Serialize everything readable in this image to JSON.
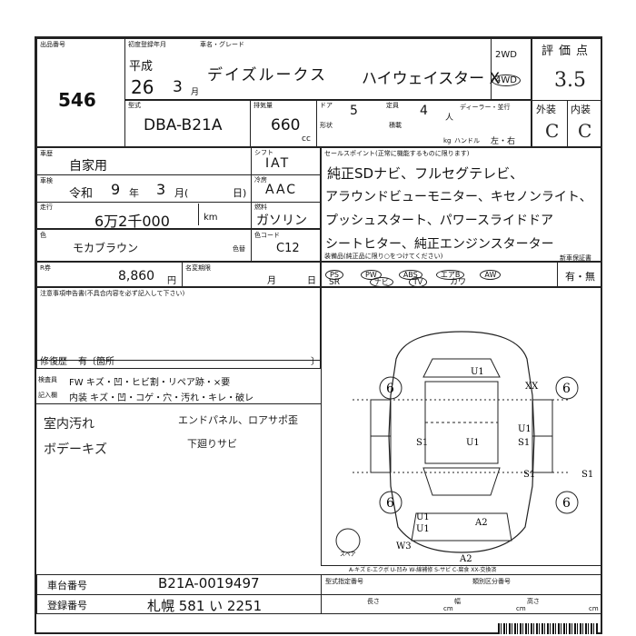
{
  "header": {
    "lot_label": "出品番号",
    "lot_number": "546",
    "first_reg_label": "初度登録年月",
    "era": "平成",
    "year": "26",
    "month": "3",
    "month_unit": "月",
    "name_grade_label": "車名・グレード",
    "car_name": "デイズルークス",
    "grade": "ハイウェイスター X",
    "drive_2wd": "2WD",
    "drive_4wd": "4WD",
    "score_label": "評価点",
    "score": "3.5",
    "ext_label": "外装",
    "int_label": "内装",
    "ext_grade": "C",
    "int_grade": "C"
  },
  "spec": {
    "model_label": "型式",
    "model": "DBA-B21A",
    "displacement_label": "排気量",
    "displacement": "660",
    "cc": "cc",
    "door_label": "ドア",
    "doors": "5",
    "capacity_label": "定員",
    "capacity": "4",
    "person_unit": "人",
    "shape_label": "形状",
    "load_label": "積載",
    "kg": "kg",
    "dealer_label": "ディーラー・並行",
    "handle_label": "ハンドル",
    "handle_options": "左・右"
  },
  "usage": {
    "history_label": "車歴",
    "history": "自家用",
    "inspection_label": "車検",
    "inspection_era": "令和",
    "inspection_year": "9",
    "year_unit": "年",
    "inspection_month": "3",
    "month_unit": "月(",
    "day_unit": "日)",
    "mileage_label": "走行",
    "mileage": "6万2千000",
    "km": "km",
    "shift_label": "シフト",
    "shift": "IAT",
    "ac_label": "冷房",
    "ac": "AAC",
    "fuel_label": "燃料",
    "fuel": "ガソリン",
    "color_label": "色",
    "color": "モカブラウン",
    "color_no_label": "色替",
    "color_code_label": "色コード",
    "color_code": "C12"
  },
  "sales_points": {
    "label": "セールスポイント(正常に機能するものに限ります)",
    "lines": [
      "純正SDナビ、フルセグテレビ、",
      "アラウンドビューモニター、キセノンライト、",
      "プッシュスタート、パワースライドドア",
      "シートヒター、純正エンジンスターター"
    ]
  },
  "recycle": {
    "label": "R券",
    "amount": "8,860",
    "yen": "円",
    "expire_label": "名変期限",
    "month": "月",
    "day": "日"
  },
  "equipment": {
    "label": "装備品(純正品に限り○をつけてください)",
    "items_row1": [
      "PS",
      "PW",
      "ABS",
      "エアB",
      "AW"
    ],
    "items_row2": [
      "SR",
      "ナビ",
      "TV",
      "カワ"
    ],
    "new_warranty_label": "新車保証書",
    "new_warranty": "有・無"
  },
  "notes": {
    "notice_label": "注意事項申告書(不具合内容を必ず記入して下さい)",
    "repair_label": "修復歴",
    "repair": "有〔箇所",
    "bracket_close": "〕",
    "inspector_label": "検査員",
    "inspector_rows": [
      "FW キズ・凹・ヒビ割・リペア跡・×要",
      "内装 キズ・凹・コゲ・穴・汚れ・キレ・破レ"
    ],
    "record_label": "記入欄",
    "handwritten_left": [
      "室内汚れ",
      "ボデーキズ"
    ],
    "handwritten_right": [
      "エンドパネル、ロアサポ歪",
      "下廻りサビ"
    ]
  },
  "diagram": {
    "labels_top": [
      "U1",
      "XX"
    ],
    "labels_mid": [
      "S1",
      "U1",
      "S1",
      "U1"
    ],
    "labels_side": [
      "S1",
      "S1"
    ],
    "label_bottom": [
      "A2",
      "A2",
      "W3",
      "U1",
      "U1"
    ],
    "tyre_marks": [
      "6",
      "6",
      "6",
      "6"
    ],
    "spare_label": "スペア",
    "legend": "A-キズ E-エクボ U-凹み W-線補修 S-サビ C-腐食 XX-交換済"
  },
  "footer": {
    "chassis_label": "車台番号",
    "chassis": "B21A-0019497",
    "plate_label": "登録番号",
    "plate": "札幌 581 い 2251",
    "spec_label": "型式指定番号",
    "class_label": "類別区分番号",
    "length_label": "長さ",
    "width_label": "幅",
    "height_label": "高さ",
    "cm": "cm"
  }
}
